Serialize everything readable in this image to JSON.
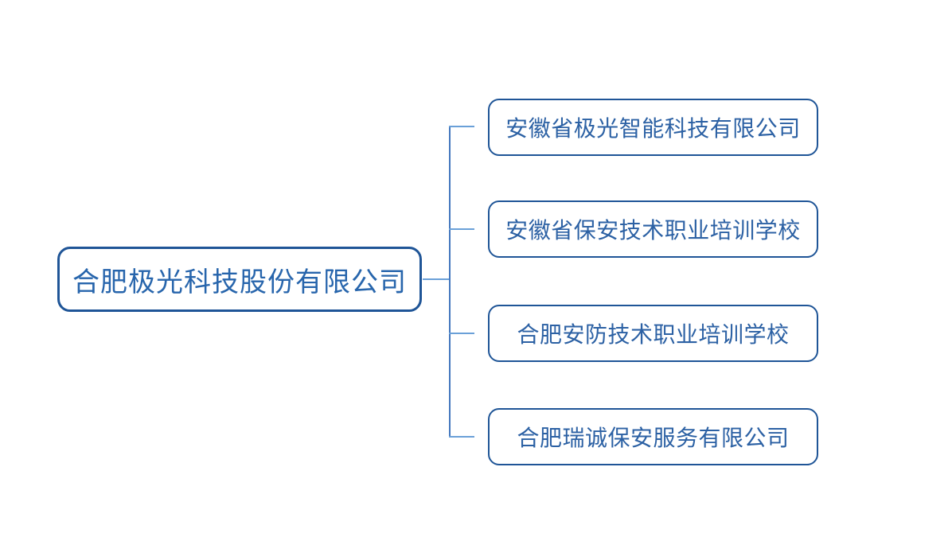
{
  "diagram": {
    "type": "org-chart",
    "root": {
      "label": "合肥极光科技股份有限公司"
    },
    "children": [
      {
        "label": "安徽省极光智能科技有限公司"
      },
      {
        "label": "安徽省保安技术职业培训学校"
      },
      {
        "label": "合肥安防技术职业培训学校"
      },
      {
        "label": "合肥瑞诚保安服务有限公司"
      }
    ],
    "colors": {
      "background": "#FFFFFF",
      "box_border": "#1F5597",
      "root_text": "#2765AC",
      "child_text": "#2C61A4",
      "trunk_line": "#4377BE",
      "branch_line": "#6AA0D8"
    }
  }
}
